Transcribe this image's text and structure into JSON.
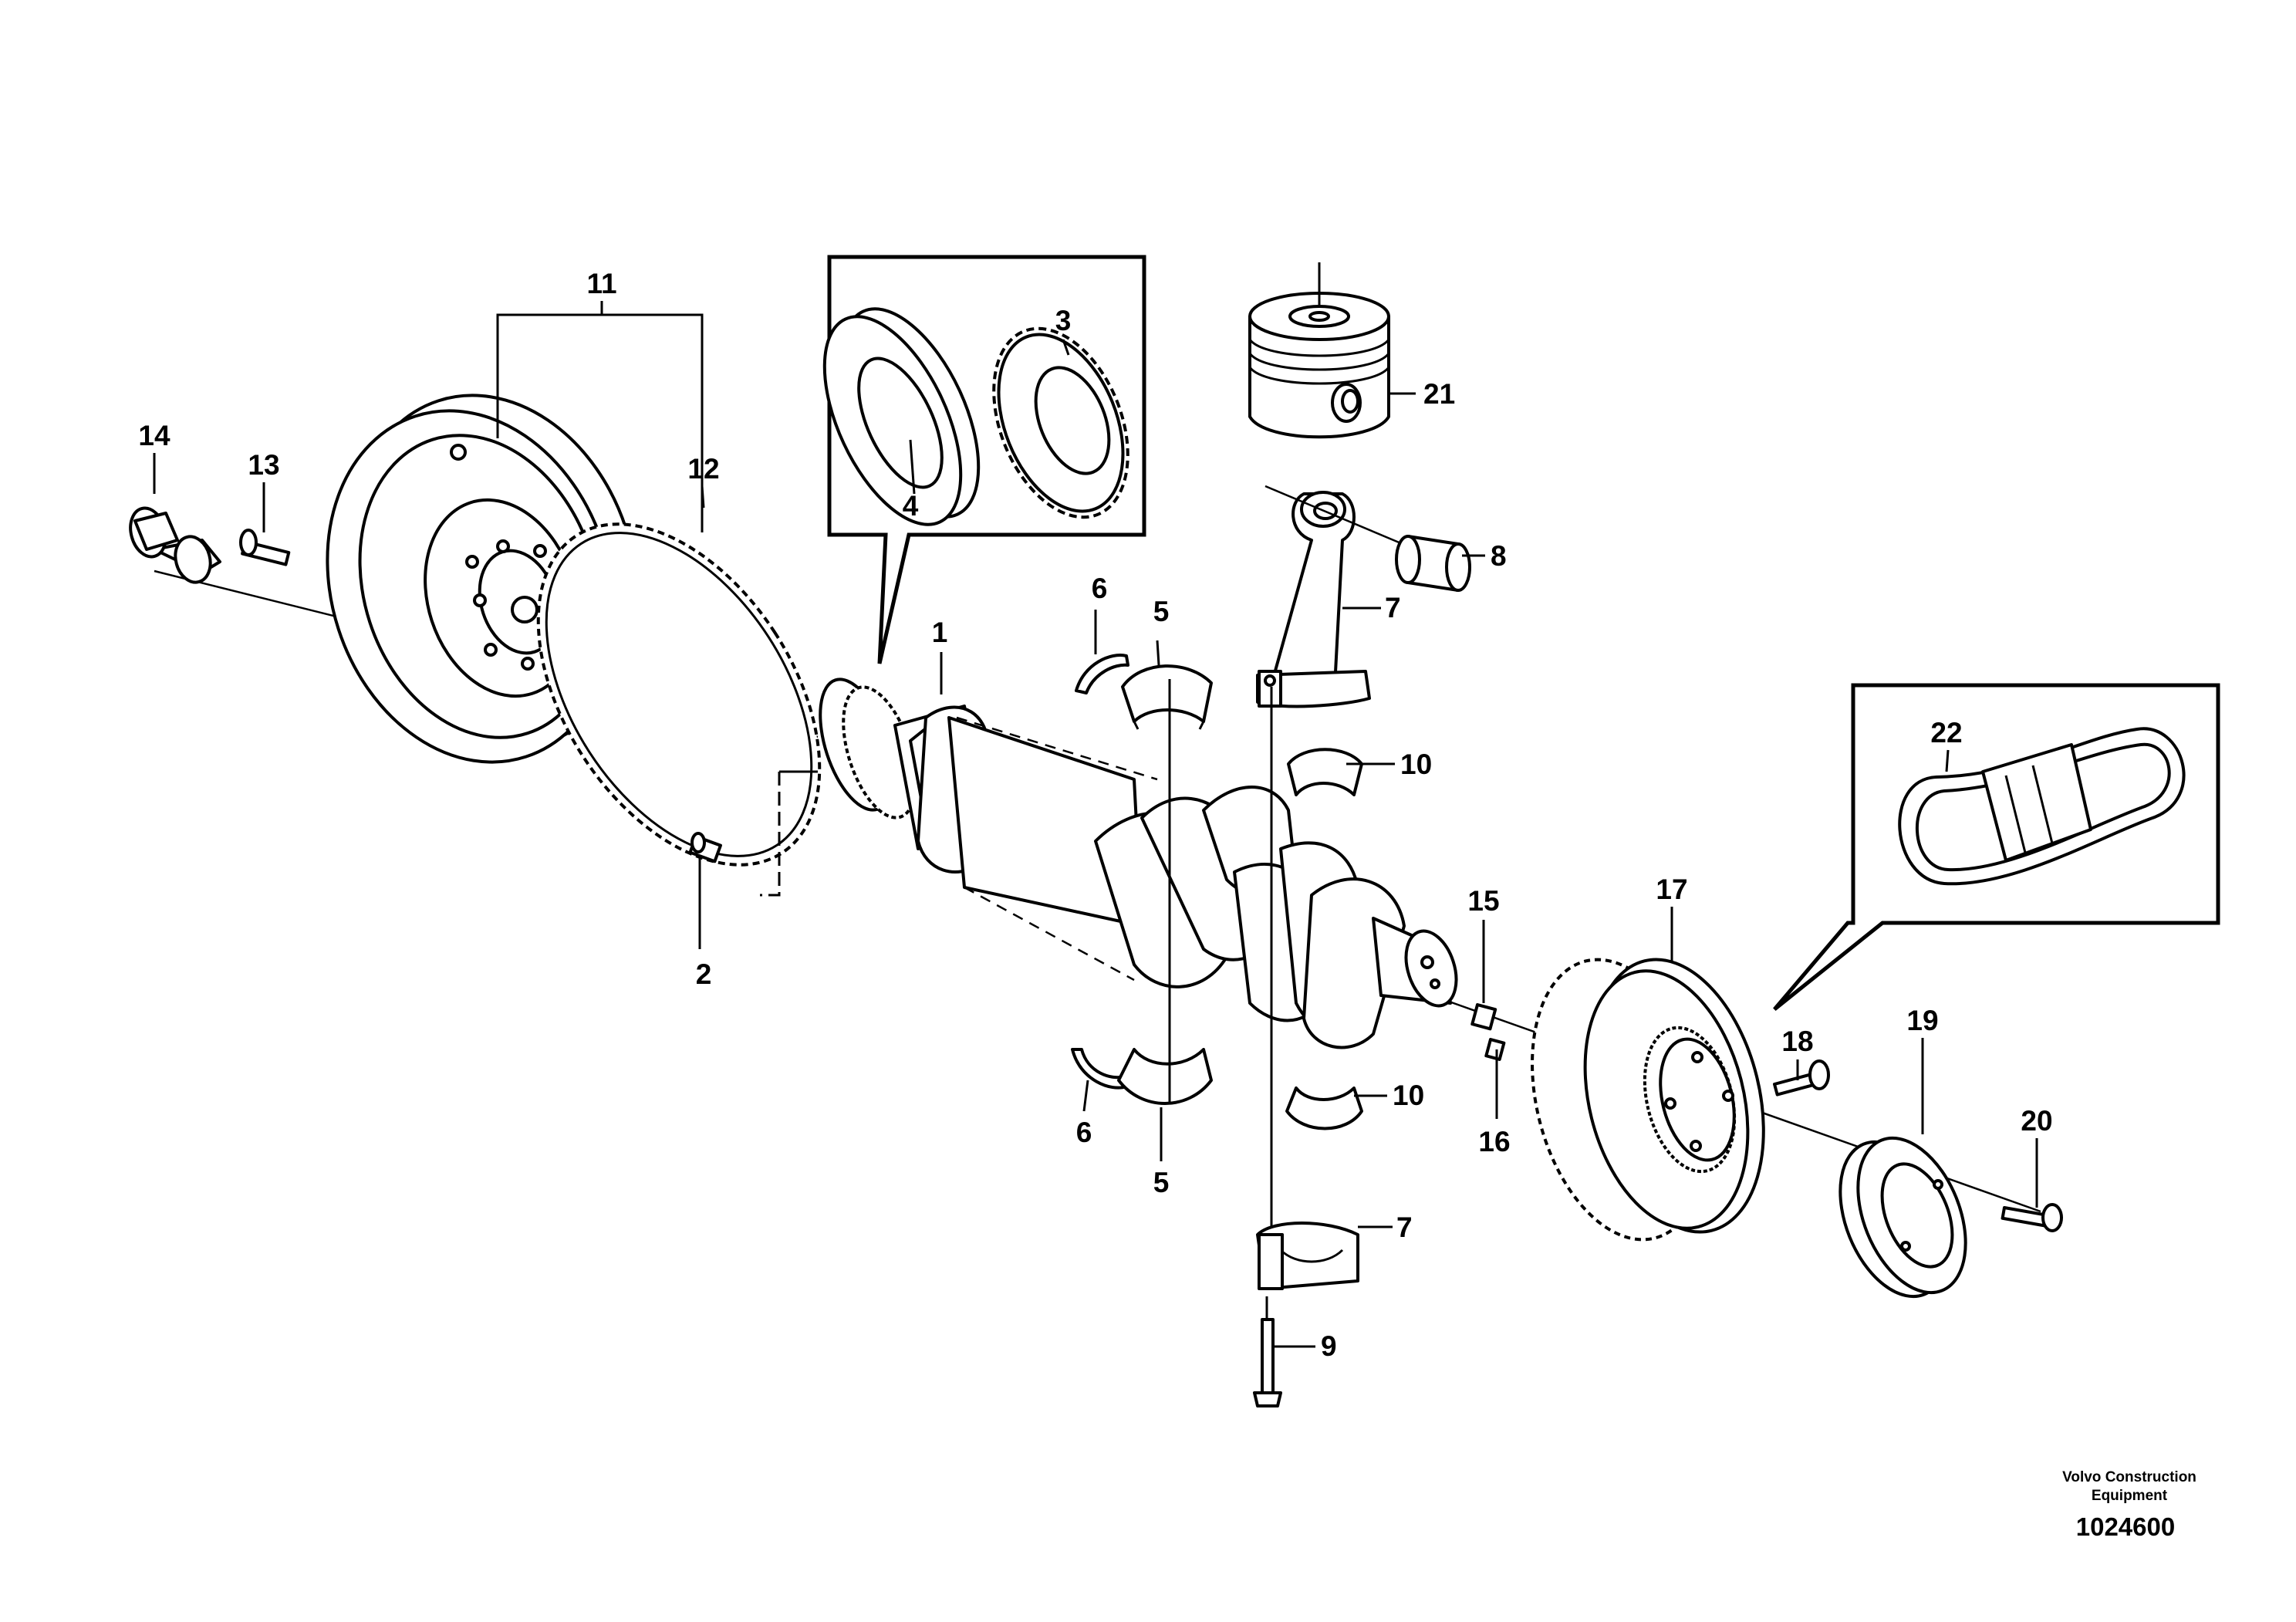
{
  "diagram": {
    "callouts": [
      "1",
      "2",
      "3",
      "4",
      "5",
      "5",
      "6",
      "6",
      "7",
      "7",
      "8",
      "9",
      "10",
      "10",
      "11",
      "12",
      "13",
      "14",
      "15",
      "16",
      "17",
      "18",
      "19",
      "20",
      "21",
      "22"
    ],
    "footer": {
      "maker_line1": "Volvo Construction",
      "maker_line2": "Equipment",
      "drawing_number": "1024600"
    }
  }
}
